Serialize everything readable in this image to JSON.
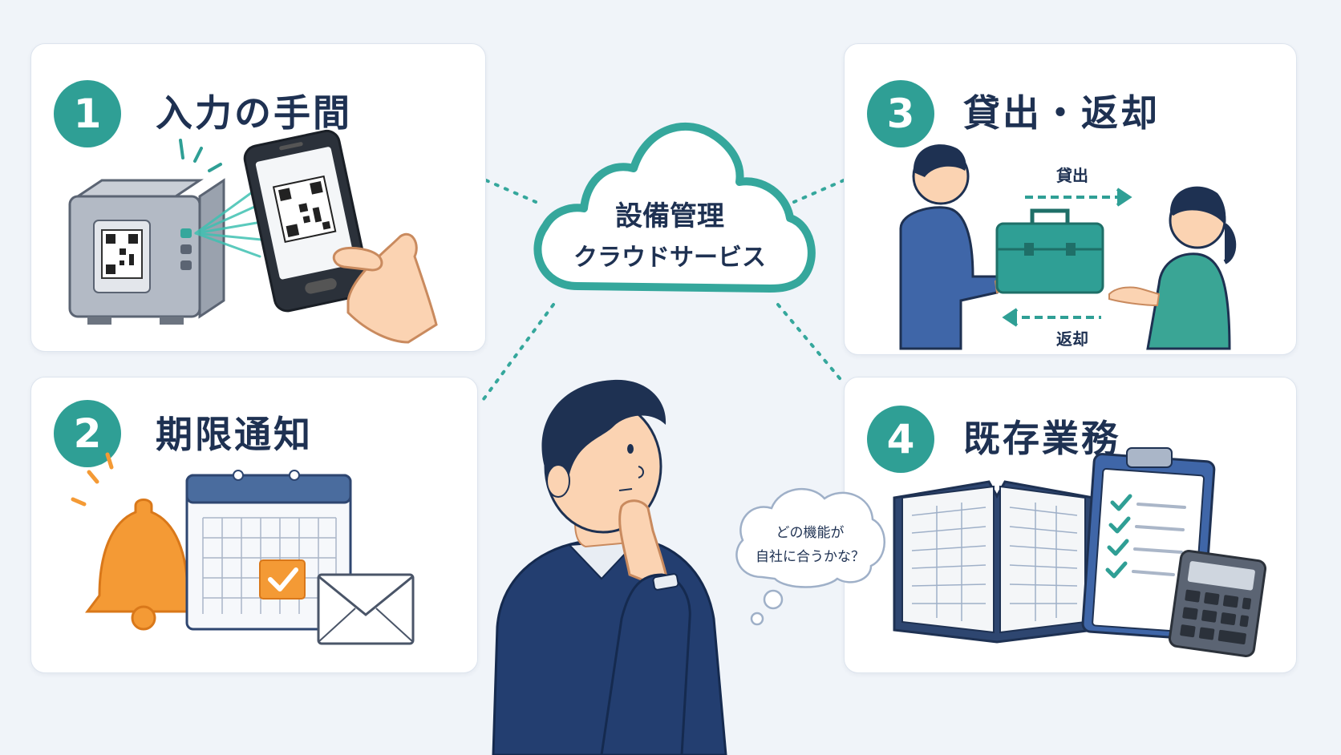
{
  "center": {
    "line1": "設備管理",
    "line2": "クラウドサービス"
  },
  "cards": [
    {
      "number": "1",
      "title": "入力の手間"
    },
    {
      "number": "2",
      "title": "期限通知"
    },
    {
      "number": "3",
      "title": "貸出・返却"
    },
    {
      "number": "4",
      "title": "既存業務"
    }
  ],
  "lending": {
    "lend_label": "貸出",
    "return_label": "返却"
  },
  "thought": {
    "line1": "どの機能が",
    "line2": "自社に合うかな？"
  },
  "colors": {
    "teal": "#2f9f95",
    "navy": "#1e3152",
    "orange": "#f49a35",
    "background": "#f0f4f9"
  }
}
